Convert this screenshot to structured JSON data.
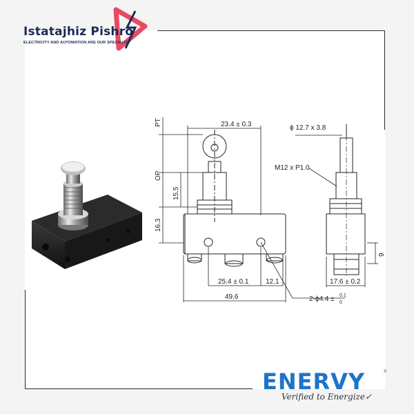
{
  "brand": {
    "name": "Istatajhiz Pishro",
    "tagline": "ELECTRICITY AND AUTOMATION ARE OUR SPECIALITY",
    "accent": "#e63950",
    "text_color": "#1c2a55"
  },
  "drawing": {
    "dims": {
      "pt": "PT",
      "op": "OP",
      "width_top": "23.4 ± 0.3",
      "roller": "ϕ 12.7 x 3.8",
      "thread": "M12 x P1.0",
      "h_15_5": "15.5",
      "h_16_3": "16.3",
      "hole_spacing": "25.4 ± 0.1",
      "edge_12_1": "12.1",
      "overall_width": "49.6",
      "depth": "17.6 ± 0.2",
      "side_9": "9",
      "hole_dia": "2-ϕ4.4 ±",
      "hole_tol_top": "0.1",
      "hole_tol_bottom": "0"
    }
  },
  "footer": {
    "logo": "ENERVY",
    "registered": "®",
    "tagline": "Verified to Energize✓",
    "color": "#1e73c8"
  }
}
